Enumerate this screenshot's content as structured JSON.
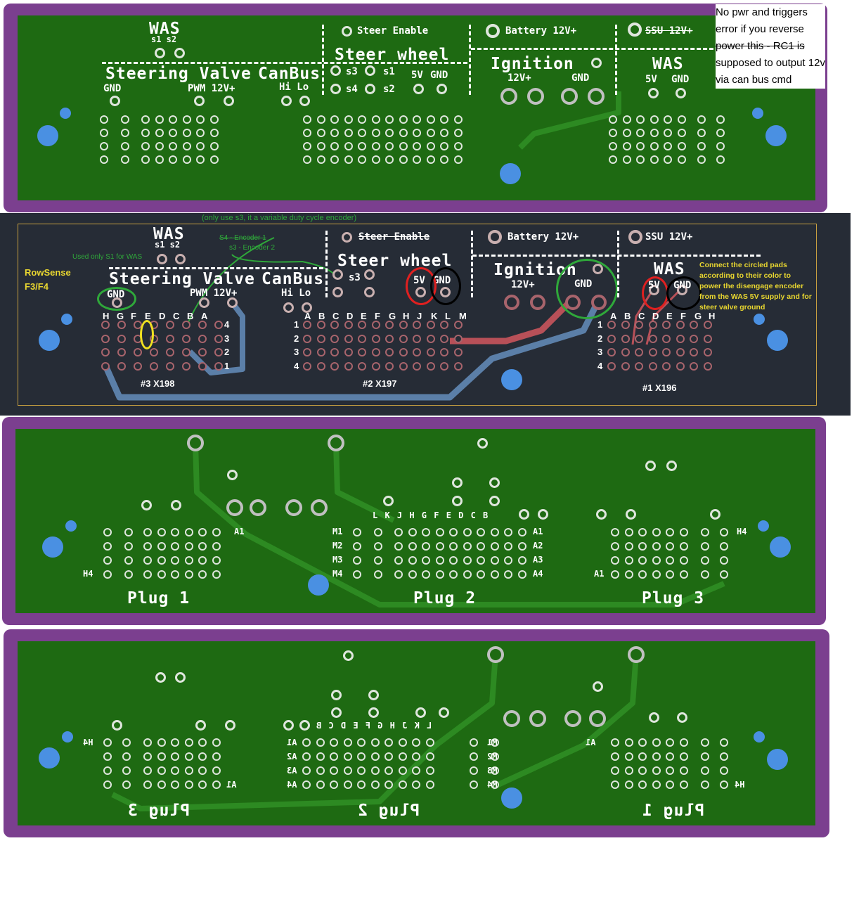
{
  "top_note": {
    "lines": [
      "No pwr and triggers",
      "error if you reverse",
      "power this - RC1 is",
      "supposed to output 12v",
      "via can bus cmd"
    ]
  },
  "board": {
    "was": "WAS",
    "s1s2": "s1 s2",
    "steering_valve": "Steering Valve",
    "canbus": "CanBus",
    "gnd": "GND",
    "pwm": "PWM 12V+",
    "hilo": "Hi Lo",
    "steer_enable": "Steer Enable",
    "steer_wheel": "Steer wheel",
    "s3": "s3",
    "s1": "s1",
    "s4": "s4",
    "s2": "s2",
    "fivev": "5V",
    "gnd2": "GND",
    "battery": "Battery 12V+",
    "ignition": "Ignition",
    "v12": "12V+",
    "ign_gnd": "GND",
    "ssu": "SSU 12V+",
    "was2": "WAS",
    "was_5v": "5V",
    "was_gnd": "GND"
  },
  "annotated": {
    "only_s3": "(only use s3, it a variable duty cycle encoder)",
    "s4_enc": "S4 - Encoder 1",
    "s3_enc": "s3 - Encoder 2",
    "used_s1": "Used only S1 for WAS",
    "rowsense": "RowSense",
    "f3f4": "F3/F4",
    "connect_note": [
      "Connect the circled pads",
      "according to their color to",
      "power the disengage encoder",
      "from the WAS 5V supply and for",
      "steer valve ground"
    ],
    "x198": "#3 X198",
    "x197": "#2 X197",
    "x196": "#1 X196",
    "cols_x198": [
      "H",
      "G",
      "F",
      "E",
      "D",
      "C",
      "B",
      "A"
    ],
    "rows_x198": [
      "4",
      "3",
      "2",
      "1"
    ],
    "cols_x197": [
      "A",
      "B",
      "C",
      "D",
      "E",
      "F",
      "G",
      "H",
      "J",
      "K",
      "L",
      "M"
    ],
    "rows_x197": [
      "1",
      "2",
      "3",
      "4"
    ],
    "cols_x196": [
      "A",
      "B",
      "C",
      "D",
      "E",
      "F",
      "G",
      "H"
    ],
    "rows_x196": [
      "1",
      "2",
      "3",
      "4"
    ]
  },
  "plugs": {
    "plug1": "Plug 1",
    "plug2": "Plug 2",
    "plug3": "Plug 3",
    "letters": "L K J H G F E D C B",
    "a1": "A1",
    "a2": "A2",
    "a3": "A3",
    "a4": "A4",
    "h4": "H4",
    "m1": "M1",
    "m2": "M2",
    "m3": "M3",
    "m4": "M4"
  },
  "colors": {
    "purple": "#7b3f8f",
    "green": "#1e6a12",
    "dark": "#262c36",
    "hole": "#4a90e2"
  }
}
